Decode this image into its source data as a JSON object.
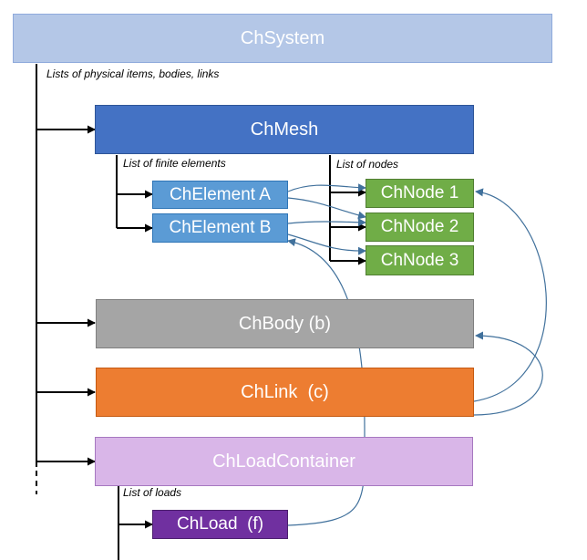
{
  "boxes": {
    "system": {
      "label": "ChSystem",
      "fill": "#b4c7e7",
      "border": "#8faadc"
    },
    "mesh": {
      "label": "ChMesh",
      "fill": "#4472c4",
      "border": "#2f5597"
    },
    "element_a": {
      "label": "ChElement A",
      "fill": "#5b9bd5",
      "border": "#2e75b6"
    },
    "element_b": {
      "label": "ChElement B",
      "fill": "#5b9bd5",
      "border": "#2e75b6"
    },
    "node_1": {
      "label": "ChNode 1",
      "fill": "#70ad47",
      "border": "#507e32"
    },
    "node_2": {
      "label": "ChNode 2",
      "fill": "#70ad47",
      "border": "#507e32"
    },
    "node_3": {
      "label": "ChNode 3",
      "fill": "#70ad47",
      "border": "#507e32"
    },
    "body": {
      "label": "ChBody (b)",
      "fill": "#a5a5a5",
      "border": "#7f7f7f"
    },
    "link": {
      "label": "ChLink  (c)",
      "fill": "#ed7d31",
      "border": "#c55a11"
    },
    "load_container": {
      "label": "ChLoadContainer",
      "fill": "#d9b6e8",
      "border": "#a678c0"
    },
    "load": {
      "label": "ChLoad  (f)",
      "fill": "#7030a0",
      "border": "#4c1f6e"
    }
  },
  "captions": {
    "system_lists": "Lists of physical items, bodies, links",
    "finite_elements": "List of finite elements",
    "nodes": "List of nodes",
    "loads": "List of loads"
  },
  "colors": {
    "tree_line": "#000000",
    "reference_curve": "#41719c"
  }
}
